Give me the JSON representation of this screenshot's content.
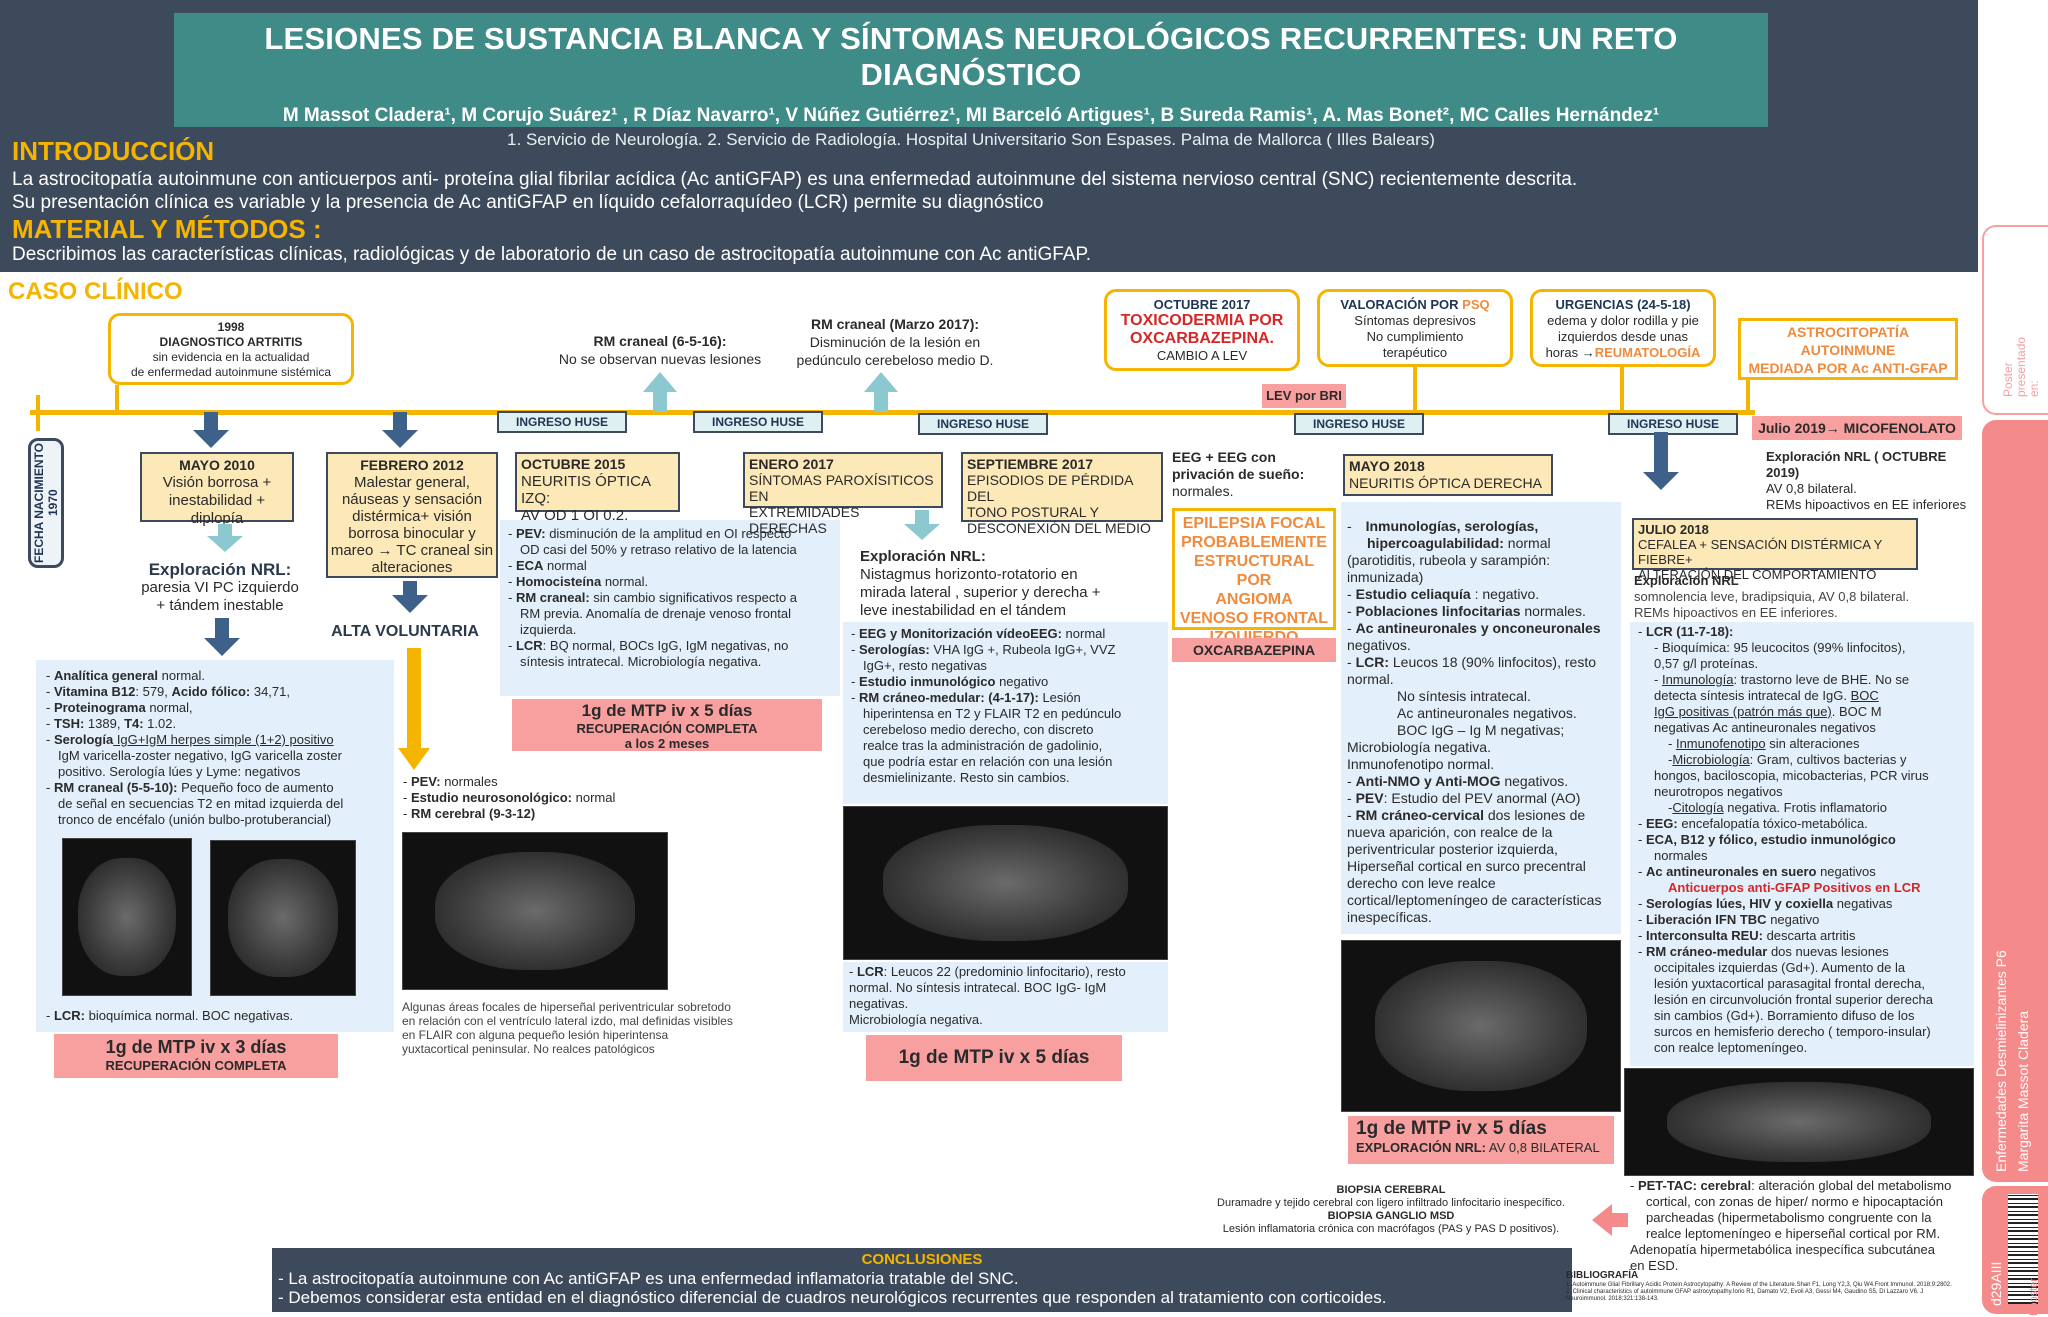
{
  "header": {
    "title": "LESIONES DE SUSTANCIA BLANCA Y SÍNTOMAS NEUROLÓGICOS RECURRENTES: UN RETO DIAGNÓSTICO",
    "authors": "M  Massot Cladera¹, M Corujo Suárez¹ , R Díaz Navarro¹, V Núñez Gutiérrez¹, MI  Barceló  Artigues¹,  B Sureda Ramis¹, A. Mas Bonet²,  MC Calles Hernández¹",
    "affiliations": "1. Servicio de Neurología. 2. Servicio de Radiología. Hospital Universitario Son Espases. Palma de Mallorca ( Illes Balears)",
    "intro_heading": "INTRODUCCIÓN",
    "intro_line1": "La astrocitopatía autoinmune con anticuerpos anti- proteína glial fibrilar acídica (Ac antiGFAP) es una enfermedad autoinmune del sistema nervioso central (SNC) recientemente descrita.",
    "intro_line2": "Su presentación clínica es variable y la presencia de Ac antiGFAP en líquido cefalorraquídeo (LCR) permite su diagnóstico",
    "methods_heading": "MATERIAL Y MÉTODOS :",
    "methods_text": "Describimos las características clínicas, radiológicas y de laboratorio de un caso de astrocitopatía autoinmune con Ac antiGFAP."
  },
  "case_heading": "CASO CLÍNICO",
  "birth": "FECHA NACIMIENTO 1970",
  "b1998": {
    "l1": "1998",
    "l2": "DIAGNOSTICO ARTRITIS",
    "l3": "sin evidencia en la actualidad",
    "l4": "de enfermedad autoinmune sistémica"
  },
  "rm2016": {
    "t": "RM craneal (6-5-16):",
    "d": "No se observan  nuevas lesiones"
  },
  "rm2017": {
    "t": "RM craneal (Marzo 2017):",
    "d1": "Disminución de la lesión en",
    "d2": "pedúnculo cerebeloso medio D."
  },
  "oct2017": {
    "t": "OCTUBRE 2017",
    "r1": "TOXICODERMIA POR",
    "r2": "OXCARBAZEPINA.",
    "c": "CAMBIO A LEV"
  },
  "psq": {
    "t1": "VALORACIÓN POR ",
    "t2": "PSQ",
    "d1": "Síntomas depresivos",
    "d2": "No cumplimiento",
    "d3": "terapéutico"
  },
  "urg": {
    "t": "URGENCIAS (24-5-18)",
    "d1": "edema y dolor rodilla y pie",
    "d2": "izquierdos desde unas",
    "d3": "horas →",
    "d4": "REUMATOLOGÍA"
  },
  "astro": {
    "l1": "ASTROCITOPATÍA",
    "l2": "AUTOINMUNE",
    "l3": "MEDIADA POR Ac ANTI-GFAP"
  },
  "lev_bri": "LEV por BRI",
  "julio2019": "Julio 2019→ MICOFENOLATO",
  "ingreso": "INGRESO HUSE",
  "may2010": {
    "t": "MAYO 2010",
    "d1": "Visión borrosa +",
    "d2": "inestabilidad +",
    "d3": "diplopía"
  },
  "expl1": {
    "t": "Exploración NRL:",
    "d1": "paresia VI PC izquierdo",
    "d2": "+  tándem inestable"
  },
  "lab1": {
    "l1a": "Analítica general",
    "l1b": " normal.",
    "l2a": "Vitamina B12",
    "l2b": ": 579, ",
    "l2c": "Acido fólico:",
    "l2d": " 34,71,",
    "l3a": "Proteinograma",
    "l3b": " normal,",
    "l4a": "TSH:",
    "l4b": " 1389, ",
    "l4c": "T4:",
    "l4d": " 1.02.",
    "l5a": "Serología",
    "l5b": " IgG+IgM herpes simple (1+2) positivo",
    "l5c": "IgM varicella-zoster negativo,  IgG varicella zoster",
    "l5d": "positivo. Serología lúes y Lyme: negativos",
    "l6a": "RM craneal (5-5-10):",
    "l6b": " Pequeño foco de aumento",
    "l6c": "de señal en secuencias T2 en mitad izquierda del",
    "l6d": "tronco de encéfalo (unión bulbo-protuberancial)",
    "l7a": "LCR:",
    "l7b": " bioquímica normal. BOC negativas."
  },
  "mtp1": {
    "l1": "1g de MTP iv x 3 días",
    "l2": "RECUPERACIÓN COMPLETA"
  },
  "feb2012": {
    "t": "FEBRERO 2012",
    "d1": "Malestar general,",
    "d2": "náuseas y sensación",
    "d3": "distérmica+ visión",
    "d4": "borrosa binocular y",
    "d5": "mareo → TC craneal sin",
    "d6": "alteraciones"
  },
  "alta": "ALTA VOLUNTARIA",
  "pev2": {
    "l1a": "PEV:",
    "l1b": " normales",
    "l2a": "Estudio neurosonológico:",
    "l2b": " normal",
    "l3a": "RM cerebral (9-3-12)"
  },
  "caption2": {
    "l1": "Algunas áreas focales de hiperseñal periventricular sobretodo",
    "l2": "en relación con el ventrículo lateral izdo, mal definidas visibles",
    "l3": "en FLAIR con alguna pequeño lesión hiperintensa",
    "l4": "yuxtacortical peninsular. No realces patológicos"
  },
  "oct2015": {
    "t": "OCTUBRE 2015",
    "d1": "NEURITIS ÓPTICA  IZQ:",
    "d2": " AV OD 1 OI 0,2."
  },
  "lab3": {
    "l1a": "PEV:",
    "l1b": " disminución de la amplitud en OI respecto",
    "l1c": "OD casi del 50% y retraso relativo de la latencia",
    "l2a": "ECA",
    "l2b": " normal",
    "l3a": "Homocisteína",
    "l3b": " normal.",
    "l4a": "RM craneal:",
    "l4b": " sin cambio significativos respecto a",
    "l4c": "RM previa. Anomalía de drenaje venoso frontal",
    "l4d": "izquierda.",
    "l5a": "LCR",
    "l5b": ": BQ normal, BOCs IgG, IgM  negativas, no",
    "l5c": "síntesis intratecal. Microbiología negativa."
  },
  "mtp3": {
    "l1": "1g de MTP iv x 5 días",
    "l2": "RECUPERACIÓN COMPLETA",
    "l3": "a los 2 meses"
  },
  "ene2017": {
    "t": "ENERO  2017",
    "d1": "SÍNTOMAS PAROXÍSITICOS EN",
    "d2": "EXTREMIDADES DERECHAS"
  },
  "sep2017": {
    "t": "SEPTIEMBRE  2017",
    "d1": "EPISODIOS DE PÉRDIDA DEL",
    "d2": "TONO POSTURAL Y",
    "d3": "DESCONEXIÓN DEL MEDIO"
  },
  "expl4": {
    "t": "Exploración NRL:",
    "d1": "Nistagmus horizonto-rotatorio en",
    "d2": "mirada lateral , superior y derecha +",
    "d3": "leve inestabilidad en el tándem"
  },
  "lab4": {
    "l1a": "EEG y Monitorización vídeoEEG:",
    "l1b": " normal",
    "l2a": "Serologías:",
    "l2b": " VHA IgG +, Rubeola IgG+, VVZ",
    "l2c": "IgG+, resto negativas",
    "l3a": "Estudio inmunológico",
    "l3b": " negativo",
    "l4a": "RM cráneo-medular: (4-1-17):",
    "l4b": " Lesión",
    "l4c": "hiperintensa en T2 y FLAIR T2 en pedúnculo",
    "l4d": "cerebeloso medio derecho, con discreto",
    "l4e": "realce tras la administración de gadolinio,",
    "l4f": "que podría estar en relación con una lesión",
    "l4g": "desmielinizante. Resto sin cambios."
  },
  "lcr4": {
    "l1a": "LCR",
    "l1b": ": Leucos 22 (predominio linfocitario), resto",
    "l2": "normal. No síntesis intratecal. BOC IgG-  IgM",
    "l3": "negativas.",
    "l4": "Microbiología negativa."
  },
  "mtp4": "1g de MTP iv x 5 días",
  "eeg5": {
    "l1": "EEG + EEG con",
    "l2": "privación de sueño:",
    "l3": "normales."
  },
  "epil": {
    "l1": "EPILEPSIA FOCAL",
    "l2": "PROBABLEMENTE",
    "l3": "ESTRUCTURAL  POR",
    "l4": "ANGIOMA",
    "l5": "VENOSO FRONTAL",
    "l6": "IZQUIERDO"
  },
  "oxc": "OXCARBAZEPINA",
  "may2018": {
    "t": "MAYO 2018",
    "d": "NEURITIS ÓPTICA DERECHA"
  },
  "lab6": {
    "l1a": "Inmunologías, serologías,",
    "l1b": "hipercoagulabilidad:",
    "l1c": " normal",
    "l1d": "(parotiditis, rubeola y sarampión:",
    "l1e": "inmunizada)",
    "l2a": "Estudio celiaquía",
    "l2b": " : negativo.",
    "l3a": "Poblaciones linfocitarias",
    "l3b": " normales.",
    "l4a": "Ac antineuronales y onconeuronales",
    "l4b": "negativos.",
    "l5a": "LCR:",
    "l5b": " Leucos 18 (90% linfocitos), resto",
    "l5c": "normal.",
    "l5d": "No síntesis intratecal.",
    "l5e": "Ac antineuronales negativos.",
    "l5f": "BOC IgG – Ig M negativas;",
    "l5g": "Microbiología negativa.",
    "l5h": "Inmunofenotipo normal.",
    "l6a": "Anti-NMO y Anti-MOG",
    "l6b": " negativos.",
    "l7a": "PEV",
    "l7b": ": Estudio del PEV anormal (AO)",
    "l8a": "RM cráneo-cervical",
    "l8b": " dos lesiones de",
    "l8c": "nueva aparición, con realce de la",
    "l8d": "periventricular posterior izquierda,",
    "l8e": "Hiperseñal cortical en surco precentral",
    "l8f": "derecho con leve realce",
    "l8g": "cortical/leptomeníngeo de características",
    "l8h": "inespecíficas."
  },
  "mtp6": {
    "l1": "1g de MTP iv x 5 días",
    "l2a": "EXPLORACIÓN NRL:",
    "l2b": " AV 0,8 BILATERAL"
  },
  "expl2019": {
    "t": "Exploración NRL ( OCTUBRE 2019)",
    "d1": "AV 0,8 bilateral.",
    "d2": "REMs hipoactivos en EE inferiores"
  },
  "jul2018": {
    "t": "JULIO 2018",
    "d1": "CEFALEA + SENSACIÓN DISTÉRMICA Y FIEBRE+",
    "d2": "ALTERACIÓN  DEL COMPORTAMIENTO"
  },
  "expl7": {
    "t": "Exploración NRL",
    "d1": "somnolencia leve, bradipsiquia, AV 0,8 bilateral.",
    "d2": "REMs hipoactivos en EE inferiores."
  },
  "lab7": {
    "l1a": "LCR (11-7-18):",
    "l2": "- Bioquímica: 95 leucocitos (99% linfocitos),",
    "l2b": "0,57 g/l proteínas.",
    "l3a": "- ",
    "l3b": "Inmunología",
    "l3c": ": trastorno leve de BHE. No se",
    "l3d": "detecta síntesis intratecal de IgG. ",
    "l3e": "BOC",
    "l3f": "IgG positivas (patrón más que)",
    "l3g": ". BOC M",
    "l3h": "negativas Ac antineuronales negativos",
    "l4a": "- ",
    "l4b": "Inmunofenotipo",
    "l4c": " sin alteraciones",
    "l5a": "-",
    "l5b": "Microbiología",
    "l5c": ": Gram, cultivos bacterias y",
    "l5d": "hongos, baciloscopia, micobacterias, PCR virus",
    "l5e": "neurotropos negativos",
    "l6a": "-",
    "l6b": "Citología",
    "l6c": " negativa. Frotis inflamatorio",
    "l7a": "EEG:",
    "l7b": "  encefalopatía tóxico-metabólica.",
    "l8a": "ECA, B12 y fólico, estudio inmunológico",
    "l8b": "normales",
    "l9a": "Ac antineuronales en suero",
    "l9b": " negativos",
    "l9c": "Anticuerpos anti-GFAP Positivos en LCR",
    "l10a": "Serologías  lúes, HIV y coxiella",
    "l10b": " negativas",
    "l11a": "Liberación IFN TBC",
    "l11b": " negativo",
    "l12a": "Interconsulta REU:",
    "l12b": " descarta artritis",
    "l13a": "RM cráneo-medular",
    "l13b": " dos nuevas  lesiones",
    "l13c": "occipitales izquierdas  (Gd+). Aumento de la",
    "l13d": "lesión yuxtacortical parasagital frontal derecha,",
    "l13e": "lesión en circunvolución frontal superior derecha",
    "l13f": "sin cambios (Gd+). Borramiento difuso de los",
    "l13g": "surcos en hemisferio derecho ( temporo-insular)",
    "l13h": "con realce leptomeníngeo."
  },
  "pet": {
    "l1a": "PET-TAC: cerebral",
    "l1b": ": alteración global del metabolismo",
    "l2": "cortical, con zonas de hiper/ normo e hipocaptación",
    "l3": "parcheadas (hipermetabolismo congruente  con la",
    "l4": "realce leptomeníngeo e hiperseñal cortical por RM.",
    "l5": "Adenopatía hipermetabólica inespecífica subcutánea",
    "l6": "en ESD."
  },
  "biopsia": {
    "t1": "BIOPSIA CEREBRAL",
    "d1": "Duramadre y tejido cerebral con ligero infiltrado linfocitario inespecífico.",
    "t2": "BIOPSIA GANGLIO MSD",
    "d2": "Lesión inflamatoria crónica con macrófagos (PAS y PAS D positivos)."
  },
  "concl": {
    "t": "CONCLUSIONES",
    "l1": "- La astrocitopatía autoinmune con Ac antiGFAP es una enfermedad inflamatoria tratable del SNC.",
    "l2": "- Debemos considerar esta entidad en el diagnóstico diferencial de cuadros neurológicos recurrentes que responden al tratamiento con corticoides."
  },
  "biblio": {
    "t": "BIBLIOGRAFÍA",
    "l1": "1. Autoimmune Glial Fibrillary Acidic Protein Astrocytopathy: A Review of the Literature.Shan F1, Long Y2,3, Qiu W4.Front Immunol. 2018;9:2802.",
    "l2": "2. Clinical characteristics of autoimmune GFAP astrocytopathy.Iorio R1, Damato V2, Evoli A3, Gessi M4, Gaudino S5, Di Lazzaro V6. J Neuroimmunol. 2018;321:138-143."
  },
  "side": {
    "poster1": "Poster",
    "poster2": "presentado",
    "poster3": "en:",
    "topic": "Enfermedades Desmielinizantes P6",
    "author": "Margarita Massot Cladera",
    "code": "d29AIII",
    "brand": "Eposter"
  },
  "colors": {
    "header_bg": "#3d4a5c",
    "title_bg": "#3e8b87",
    "gold": "#f4b400",
    "pink": "#f8a0a0",
    "light_blue": "#e3effa",
    "red": "#d62728"
  }
}
